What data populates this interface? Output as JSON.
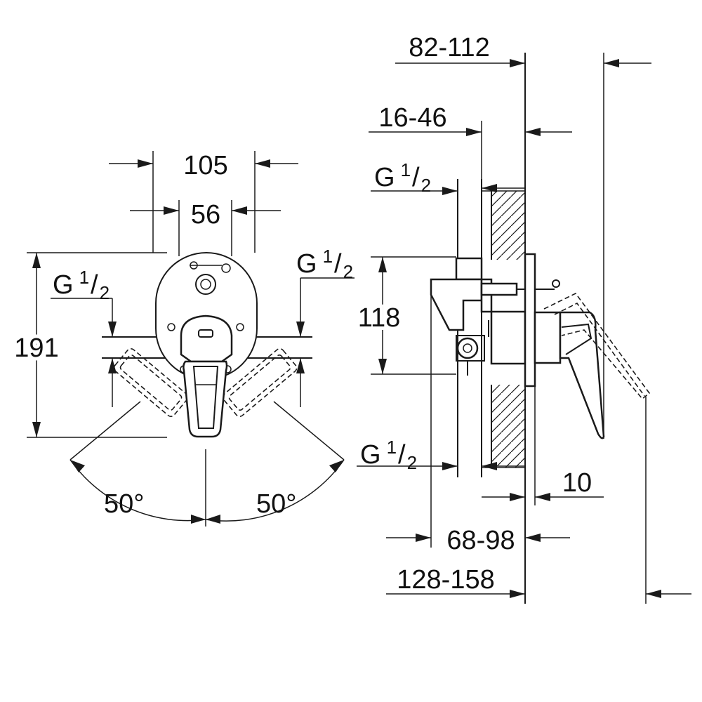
{
  "front_view": {
    "width_overall": "105",
    "width_lever": "56",
    "height_overall": "191",
    "connection_left": {
      "g": "G",
      "num": "1",
      "den": "2"
    },
    "connection_right": {
      "g": "G",
      "num": "1",
      "den": "2"
    },
    "angle_left": "50°",
    "angle_right": "50°"
  },
  "side_view": {
    "depth_range_outer": "82-112",
    "depth_range_inner": "16-46",
    "connection_top": {
      "g": "G",
      "num": "1",
      "den": "2"
    },
    "connection_bottom": {
      "g": "G",
      "num": "1",
      "den": "2"
    },
    "height_body": "118",
    "plate_thickness": "10",
    "install_range_a": "68-98",
    "install_range_b": "128-158"
  }
}
